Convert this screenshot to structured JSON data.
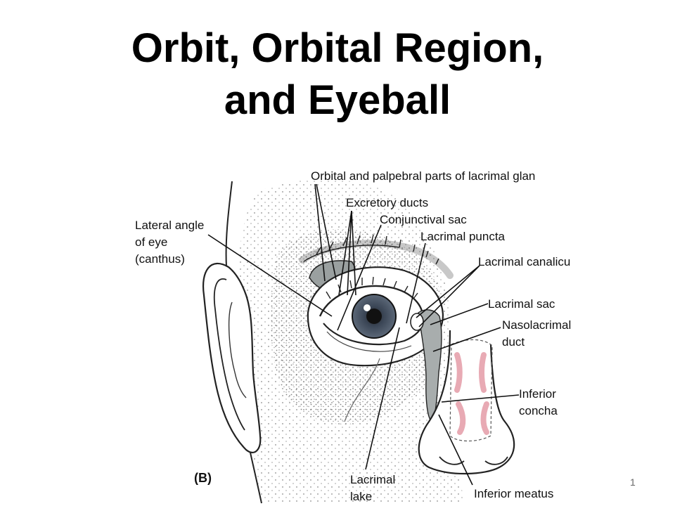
{
  "slide": {
    "title_line1": "Orbit, Orbital Region,",
    "title_line2": "and Eyeball",
    "page_number": "1"
  },
  "figure": {
    "panel_label": "(B)",
    "labels": {
      "lacrimal_gland": "Orbital and palpebral parts of lacrimal glan",
      "excretory_ducts": "Excretory ducts",
      "conjunctival_sac": "Conjunctival sac",
      "lateral_angle_1": "Lateral angle",
      "lateral_angle_2": "of eye",
      "lateral_angle_3": "(canthus)",
      "lacrimal_puncta": "Lacrimal puncta",
      "lacrimal_canaliculi": "Lacrimal canalicu",
      "lacrimal_sac": "Lacrimal sac",
      "nasolacrimal_1": "Nasolacrimal",
      "nasolacrimal_2": "duct",
      "inferior_concha_1": "Inferior",
      "inferior_concha_2": "concha",
      "lacrimal_lake_1": "Lacrimal",
      "lacrimal_lake_2": "lake",
      "inferior_meatus": "Inferior meatus"
    }
  }
}
